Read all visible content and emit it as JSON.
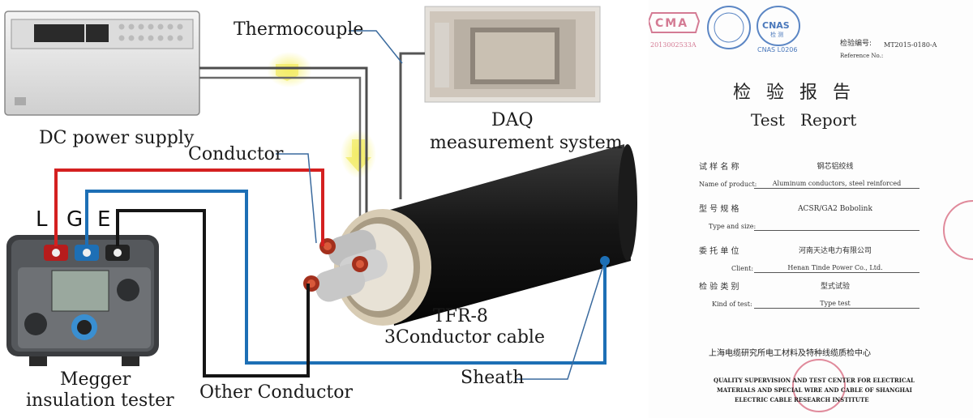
{
  "diagram": {
    "labels": {
      "dc_power": "DC power supply",
      "thermocouple": "Thermocouple",
      "daq_line1": "DAQ",
      "daq_line2": "measurement system",
      "conductor": "Conductor",
      "cable_line1": "TFR-8",
      "cable_line2": "3Conductor cable",
      "sheath": "Sheath",
      "other_conductor": "Other Conductor",
      "megger_line1": "Megger",
      "megger_line2": "insulation tester"
    },
    "terminals": {
      "L": "L",
      "G": "G",
      "E": "E"
    },
    "wire_colors": {
      "red": "#d42020",
      "blue": "#1d6fb5",
      "black": "#151515",
      "gray": "#555555"
    }
  },
  "report": {
    "stamps": {
      "cma": "CMA",
      "cma_code": "2013002533A",
      "cnas": "CNAS",
      "cnas_code": "CNAS L0206",
      "cnas_sub": "检 测"
    },
    "report_no_cn": "检验编号:",
    "report_no_value": "MT2015-0180-A",
    "report_no_en": "Reference No.:",
    "title_cn": "检 验 报 告",
    "title_en": "Test   Report",
    "fields": [
      {
        "label_cn": "试 样 名 称",
        "label_en": "Name of product:",
        "value_cn": "钢芯铝绞线",
        "value_en": "Aluminum conductors, steel reinforced"
      },
      {
        "label_cn": "型 号 规 格",
        "label_en": "Type and size:",
        "value_cn": "ACSR/GA2 Bobolink",
        "value_en": ""
      },
      {
        "label_cn": "委 托 单 位",
        "label_en": "Client:",
        "value_cn": "河南天达电力有限公司",
        "value_en": "Henan Tinde Power Co., Ltd."
      },
      {
        "label_cn": "检 验 类 别",
        "label_en": "Kind of test:",
        "value_cn": "型式试验",
        "value_en": "Type test"
      }
    ],
    "institute_cn": "上海电缆研究所电工材料及特种线缆质检中心",
    "institute_en_1": "QUALITY SUPERVISION AND TEST CENTER FOR ELECTRICAL",
    "institute_en_2": "MATERIALS AND SPECIAL WIRE AND CABLE OF SHANGHAI",
    "institute_en_3": "ELECTRIC CABLE RESEARCH INSTITUTE"
  }
}
